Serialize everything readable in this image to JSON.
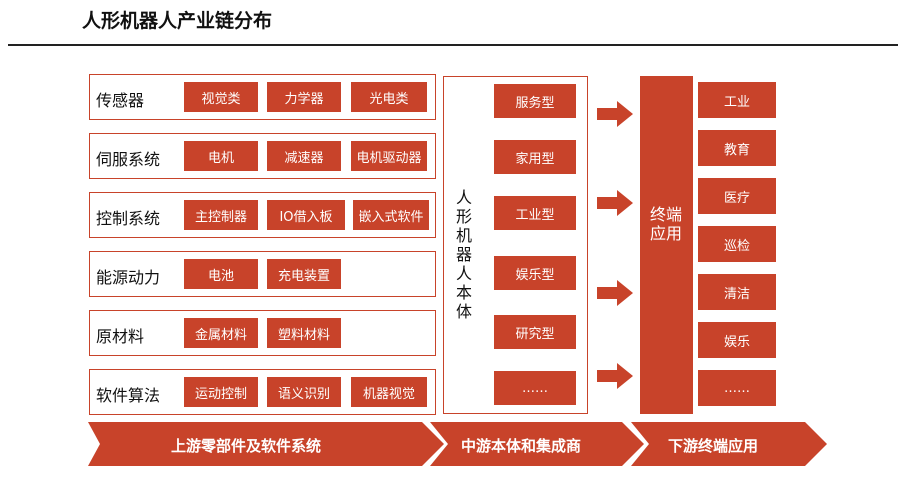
{
  "title": "人形机器人产业链分布",
  "upstream": [
    {
      "label": "传感器",
      "items": [
        "视觉类",
        "力学器",
        "光电类"
      ]
    },
    {
      "label": "伺服系统",
      "items": [
        "电机",
        "减速器",
        "电机驱动器"
      ]
    },
    {
      "label": "控制系统",
      "items": [
        "主控制器",
        "IO借入板",
        "嵌入式软件"
      ]
    },
    {
      "label": "能源动力",
      "items": [
        "电池",
        "充电装置"
      ]
    },
    {
      "label": "原材料",
      "items": [
        "金属材料",
        "塑料材料"
      ]
    },
    {
      "label": "软件算法",
      "items": [
        "运动控制",
        "语义识别",
        "机器视觉"
      ]
    }
  ],
  "midstream": {
    "label": "人形机器人本体",
    "items": [
      "服务型",
      "家用型",
      "工业型",
      "娱乐型",
      "研究型",
      "……"
    ]
  },
  "end_use": {
    "label": "终端应用",
    "items": [
      "工业",
      "教育",
      "医疗",
      "巡检",
      "清洁",
      "娱乐",
      "……"
    ]
  },
  "stages": [
    "上游零部件及软件系统",
    "中游本体和集成商",
    "下游终端应用"
  ],
  "colors": {
    "accent": "#c8432a",
    "text": "#111111"
  }
}
